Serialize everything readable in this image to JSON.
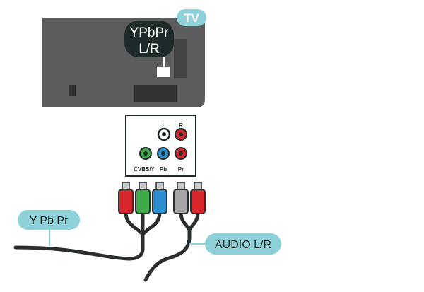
{
  "badge": {
    "tv": "TV"
  },
  "callout": {
    "line1": "YPbPr",
    "line2": "L/R"
  },
  "panel": {
    "label_l": "L",
    "label_r": "R",
    "label_cvbs": "CVBS/Y",
    "label_pb": "Pb",
    "label_pr": "Pr"
  },
  "labels": {
    "component": "Y Pb Pr",
    "audio": "AUDIO L/R"
  },
  "colors": {
    "tv_body": "#5c5c5e",
    "accent": "#8fd1d8",
    "callout_bg": "#1f2a2a",
    "cable": "#2b2e2e",
    "green": "#3faa49",
    "blue": "#2d8fd0",
    "red": "#d8262d",
    "white": "#ffffff",
    "gray": "#a6a6a6"
  },
  "icons": [
    "tv-body",
    "rca-jack",
    "rca-plug",
    "cable"
  ]
}
